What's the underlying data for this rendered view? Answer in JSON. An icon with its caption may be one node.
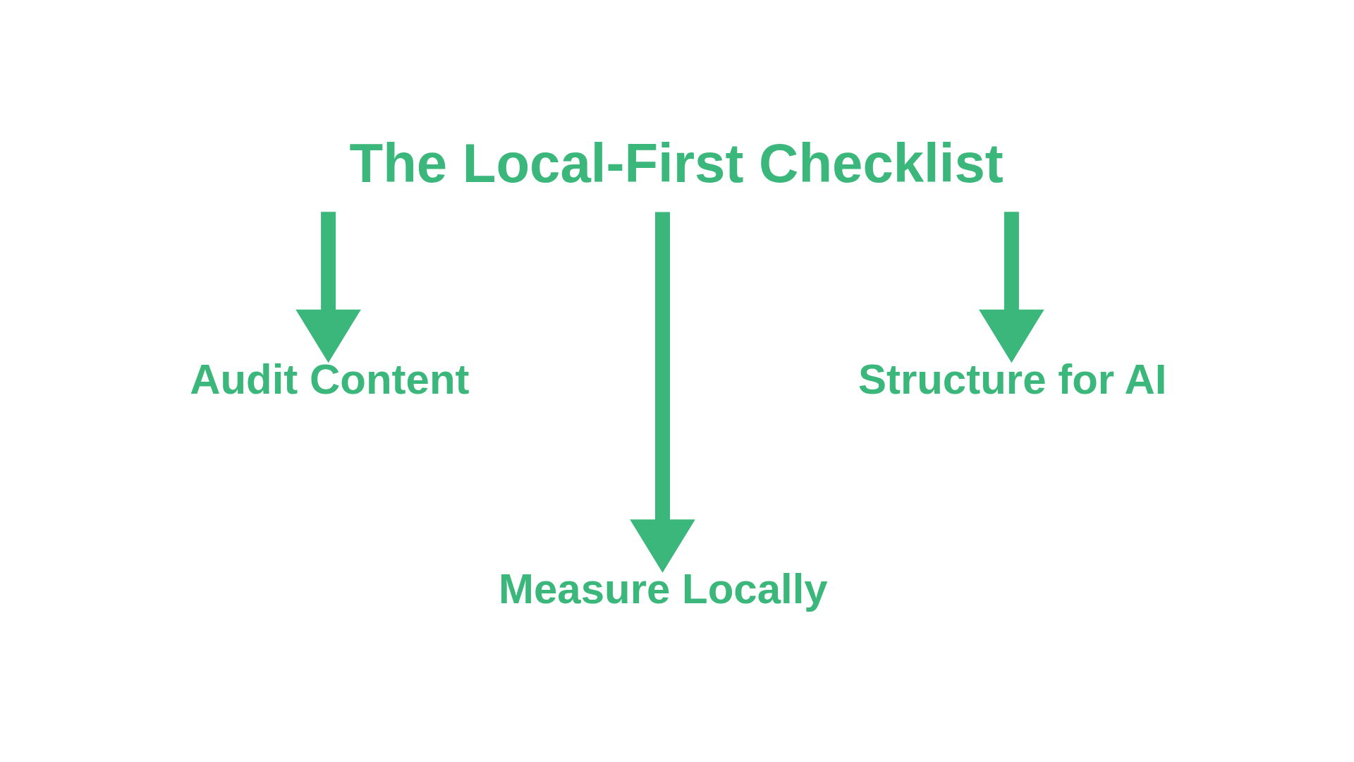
{
  "diagram": {
    "title": "The Local-First Checklist",
    "nodes": [
      {
        "text": [
          "Audit Content"
        ]
      },
      {
        "text": [
          "Structure for AI"
        ]
      },
      {
        "text": [
          "Measure Locally"
        ]
      }
    ],
    "edges": [
      {
        "from": null,
        "to": 0,
        "arrow": "to"
      },
      {
        "from": null,
        "to": 2,
        "arrow": "to"
      },
      {
        "from": null,
        "to": 1,
        "arrow": "to"
      }
    ]
  }
}
